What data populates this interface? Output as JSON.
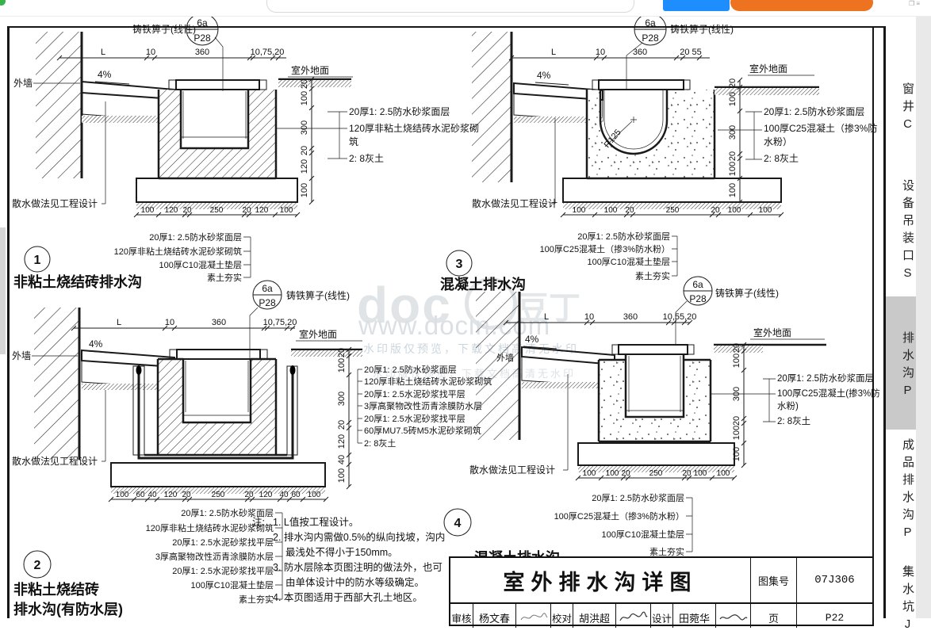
{
  "browser": {
    "accent_blue": "#1e8eff",
    "accent_orange": "#ee7320",
    "accent_green": "#35b44a"
  },
  "watermark": {
    "logo_text": "doc",
    "logo_suffix": "豆丁",
    "url": "www.docin.com",
    "tagline": "水印版仅预览，下载文档高清无水印"
  },
  "notes": {
    "prefix": "注:",
    "items": [
      "1. L值按工程设计。",
      "2. 排水沟内需做0.5%的纵向找坡，沟内最浅处不得小于150mm。",
      "3. 防水层除本页图注明的做法外，也可由单体设计中的防水等级确定。",
      "4. 本页图适用于西部大孔土地区。"
    ]
  },
  "titleblock": {
    "title": "室外排水沟详图",
    "atlas_label": "图集号",
    "atlas_no": "07J306",
    "page_label": "页",
    "page_no": "P22",
    "fields": [
      {
        "label": "审核",
        "value": "杨文春"
      },
      {
        "label": "校对",
        "value": "胡洪超"
      },
      {
        "label": "设计",
        "value": "田菀华"
      }
    ]
  },
  "sidebar": {
    "items": [
      {
        "label": "窗井C",
        "active": false
      },
      {
        "label": "设备吊装口S",
        "active": false
      },
      {
        "label": "排水沟P",
        "active": true
      },
      {
        "label": "成品排水沟P",
        "active": false
      },
      {
        "label": "集水坑J",
        "active": false
      }
    ]
  },
  "details": [
    {
      "number": "1",
      "title": "非粘土烧结砖排水沟",
      "callout_top": "6a",
      "callout_bottom": "P28",
      "grate": "铸铁箅子(线性)",
      "slope": "4%",
      "wall": "外墙",
      "ground": "室外地面",
      "splash": "散水做法见工程设计",
      "top_dims": [
        "L",
        "10",
        "360",
        "10,75,20"
      ],
      "right_dims": [
        "20",
        "100",
        "300",
        "20",
        "120",
        "100"
      ],
      "bottom_dims": [
        "100",
        "120",
        "20",
        "250",
        "20",
        "120",
        "100"
      ],
      "side_notes": [
        "20厚1: 2.5防水砂浆面层",
        "120厚非粘土烧结砖水泥砂浆砌筑",
        "2: 8灰土"
      ],
      "bottom_notes": [
        "20厚1: 2.5防水砂浆面层",
        "120厚非粘土烧结砖水泥砂浆砌筑",
        "100厚C10混凝土垫层",
        "素土夯实"
      ]
    },
    {
      "number": "2",
      "title_line1": "非粘土烧结砖",
      "title_line2": "排水沟(有防水层)",
      "callout_top": "6a",
      "callout_bottom": "P28",
      "grate": "铸铁箅子(线性)",
      "slope": "4%",
      "wall": "外墙",
      "ground": "室外地面",
      "splash": "散水做法见工程设计",
      "top_dims": [
        "L",
        "10",
        "360",
        "10,75,20"
      ],
      "right_dims": [
        "20",
        "100",
        "300",
        "20",
        "120",
        "40",
        "100"
      ],
      "bottom_dims": [
        "100",
        "60",
        "40",
        "120",
        "20",
        "250",
        "20",
        "120",
        "40",
        "60",
        "100"
      ],
      "side_notes": [
        "20厚1: 2.5防水砂浆面层",
        "120厚非粘土烧结砖水泥砂浆砌筑",
        "20厚1: 2.5水泥砂浆找平层",
        "3厚高聚物改性沥青涂膜防水层",
        "20厚1: 2.5水泥砂浆找平层",
        "60厚MU7.5砖M5水泥砂浆砌筑",
        "2: 8灰土"
      ],
      "bottom_notes": [
        "20厚1: 2.5防水砂浆面层",
        "120厚非粘土烧结砖水泥砂浆砌筑",
        "20厚1: 2.5水泥砂浆找平层",
        "3厚高聚物改性沥青涂膜防水层",
        "20厚1: 2.5水泥砂浆找平层",
        "100厚C10混凝土垫层",
        "素土夯实"
      ]
    },
    {
      "number": "3",
      "title": "混凝土排水沟",
      "callout_top": "6a",
      "callout_bottom": "P28",
      "grate": "铸铁箅子(线性)",
      "slope": "4%",
      "ground": "室外地面",
      "splash": "散水做法见工程设计",
      "radius": "R125",
      "top_dims": [
        "L",
        "10",
        "360",
        "20 55"
      ],
      "right_dims": [
        "20",
        "100",
        "300",
        "20",
        "100",
        "100"
      ],
      "bottom_dims": [
        "100",
        "100",
        "20",
        "250",
        "20",
        "100",
        "100"
      ],
      "side_notes": [
        "20厚1: 2.5防水砂浆面层",
        "100厚C25混凝土（掺3%防水粉）",
        "2: 8灰土"
      ],
      "bottom_notes": [
        "20厚1: 2.5防水砂浆面层",
        "100厚C25混凝土（掺3%防水粉）",
        "100厚C10混凝土垫层",
        "素土夯实"
      ]
    },
    {
      "number": "4",
      "title": "混凝土排水沟",
      "callout_top": "6a",
      "callout_bottom": "P28",
      "grate": "铸铁箅子(线性)",
      "slope": "4%",
      "wall": "外墙",
      "ground": "室外地面",
      "splash": "散水做法见工程设计",
      "top_dims": [
        "L",
        "10",
        "360",
        "10,55,20"
      ],
      "right_dims": [
        "20",
        "100",
        "300",
        "20",
        "100",
        "100"
      ],
      "bottom_dims": [
        "100",
        "100",
        "20",
        "250",
        "20",
        "100",
        "100"
      ],
      "side_notes": [
        "20厚1: 2.5防水砂浆面层",
        "100厚C25混凝土(掺3%防水粉)",
        "2: 8灰土"
      ],
      "bottom_notes": [
        "20厚1: 2.5防水砂浆面层",
        "100厚C25混凝土（掺3%防水粉）",
        "100厚C10混凝土垫层",
        "素土夯实"
      ]
    }
  ]
}
